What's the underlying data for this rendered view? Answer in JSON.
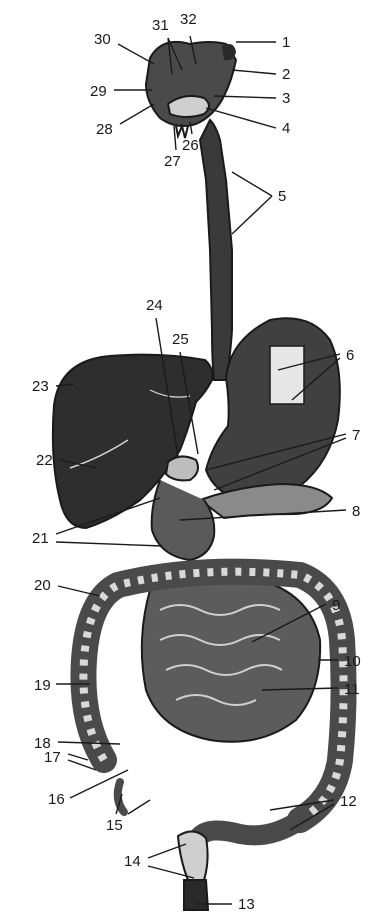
{
  "figure": {
    "labels": [
      "1",
      "2",
      "3",
      "4",
      "5",
      "6",
      "7",
      "8",
      "9",
      "10",
      "11",
      "12",
      "13",
      "14",
      "15",
      "16",
      "17",
      "18",
      "19",
      "20",
      "21",
      "22",
      "23",
      "24",
      "25",
      "26",
      "27",
      "28",
      "29",
      "30",
      "31",
      "32"
    ]
  },
  "colors": {
    "ink": "#1a1a1a",
    "organ_dark": "#3a3a3a",
    "organ_mid": "#6b6b6b",
    "organ_light": "#d6d6d6",
    "background": "#ffffff"
  }
}
